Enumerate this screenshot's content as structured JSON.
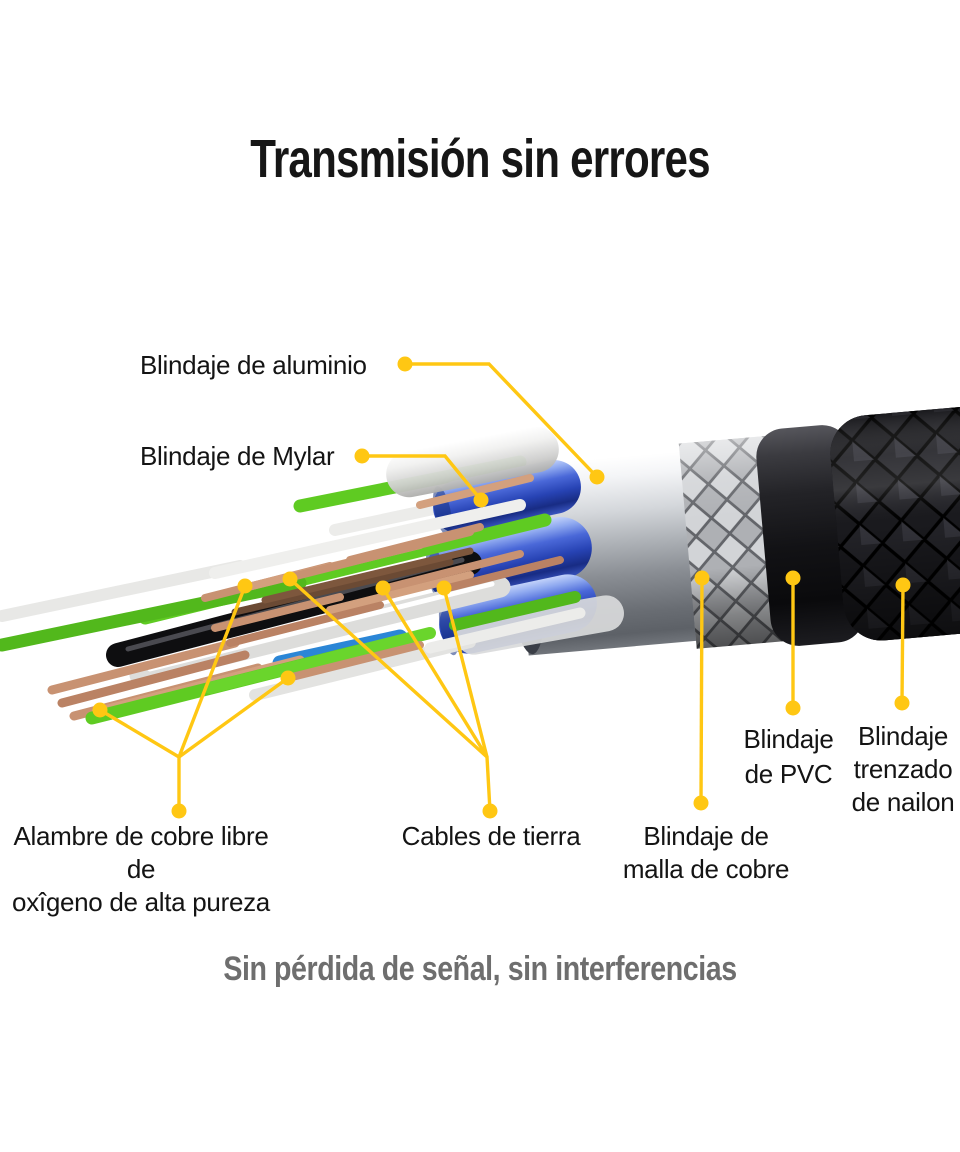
{
  "header": {
    "title": "Transmisión sin errores"
  },
  "footer": {
    "tagline": "Sin pérdida de señal, sin interferencias"
  },
  "callouts": {
    "aluminum": {
      "label": "Blindaje de aluminio"
    },
    "mylar": {
      "label": "Blindaje de Mylar"
    },
    "copper_wire": {
      "label_line1": "Alambre de cobre libre de",
      "label_line2": "oxîgeno de alta pureza"
    },
    "ground": {
      "label": "Cables de tierra"
    },
    "copper_mesh": {
      "label_line1": "Blindaje de",
      "label_line2": "malla de cobre"
    },
    "pvc": {
      "label_line1": "Blindaje",
      "label_line2": "de PVC"
    },
    "nylon": {
      "label_line1": "Blindaje",
      "label_line2": "trenzado",
      "label_line3": "de nailon"
    }
  },
  "colors": {
    "callout_accent": "#FFC713",
    "title_text": "#161616",
    "tagline_text": "#6E6E6E",
    "background": "#FFFFFF",
    "copper": "#C89272",
    "twisted_pair_blue": "#2C4FC0",
    "green_wire": "#5FCB22",
    "foil_silver": "#AEB2B7",
    "pvc_black": "#1F1F23",
    "nylon_black": "#121214"
  }
}
